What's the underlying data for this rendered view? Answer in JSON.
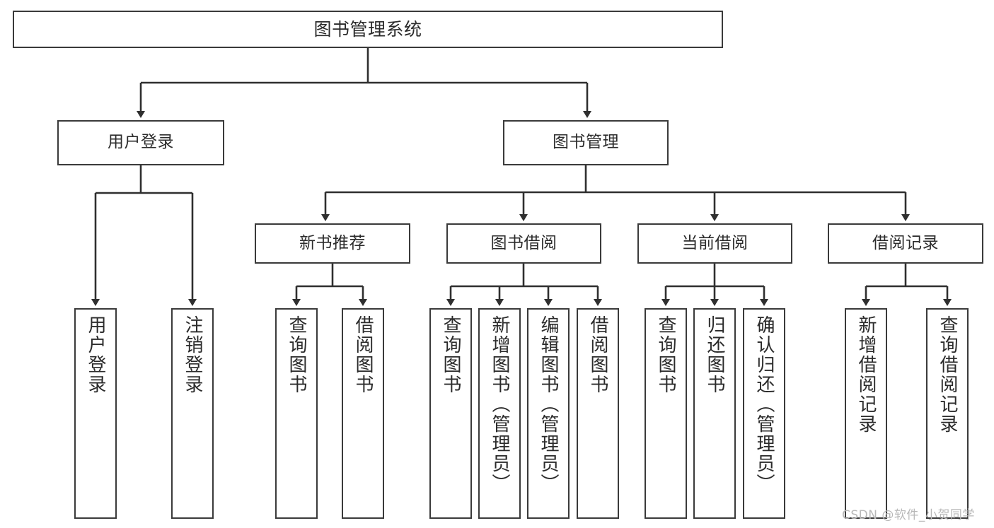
{
  "diagram": {
    "title": "图书管理系统",
    "type": "hierarchy-tree",
    "stroke_color": "#3a3a3a",
    "node_fill": "#ffffff",
    "background": "#ffffff"
  },
  "nodes": {
    "root": {
      "label": "图书管理系统"
    },
    "level2": [
      {
        "id": "user-login",
        "label": "用户登录"
      },
      {
        "id": "book-management",
        "label": "图书管理"
      }
    ],
    "level3": [
      {
        "id": "new-book-recommend",
        "label": "新书推荐"
      },
      {
        "id": "book-borrow",
        "label": "图书借阅"
      },
      {
        "id": "current-borrow",
        "label": "当前借阅"
      },
      {
        "id": "borrow-record",
        "label": "借阅记录"
      }
    ],
    "leaves": {
      "user_login": [
        {
          "id": "leaf-user-login",
          "label": "用户登录"
        },
        {
          "id": "leaf-user-logout",
          "label": "注销登录"
        }
      ],
      "new_book_recommend": [
        {
          "id": "leaf-query-book-1",
          "label": "查询图书"
        },
        {
          "id": "leaf-borrow-book-1",
          "label": "借阅图书"
        }
      ],
      "book_borrow": [
        {
          "id": "leaf-query-book-2",
          "label": "查询图书"
        },
        {
          "id": "leaf-add-book",
          "label": "新增图书（管理员）"
        },
        {
          "id": "leaf-edit-book",
          "label": "编辑图书（管理员）"
        },
        {
          "id": "leaf-borrow-book-2",
          "label": "借阅图书"
        }
      ],
      "current_borrow": [
        {
          "id": "leaf-query-book-3",
          "label": "查询图书"
        },
        {
          "id": "leaf-return-book",
          "label": "归还图书"
        },
        {
          "id": "leaf-confirm-return",
          "label": "确认归还（管理员）"
        }
      ],
      "borrow_record": [
        {
          "id": "leaf-add-record",
          "label": "新增借阅记录"
        },
        {
          "id": "leaf-query-record",
          "label": "查询借阅记录"
        }
      ]
    }
  },
  "watermark": {
    "text": "CSDN @软件_小贺同学"
  }
}
